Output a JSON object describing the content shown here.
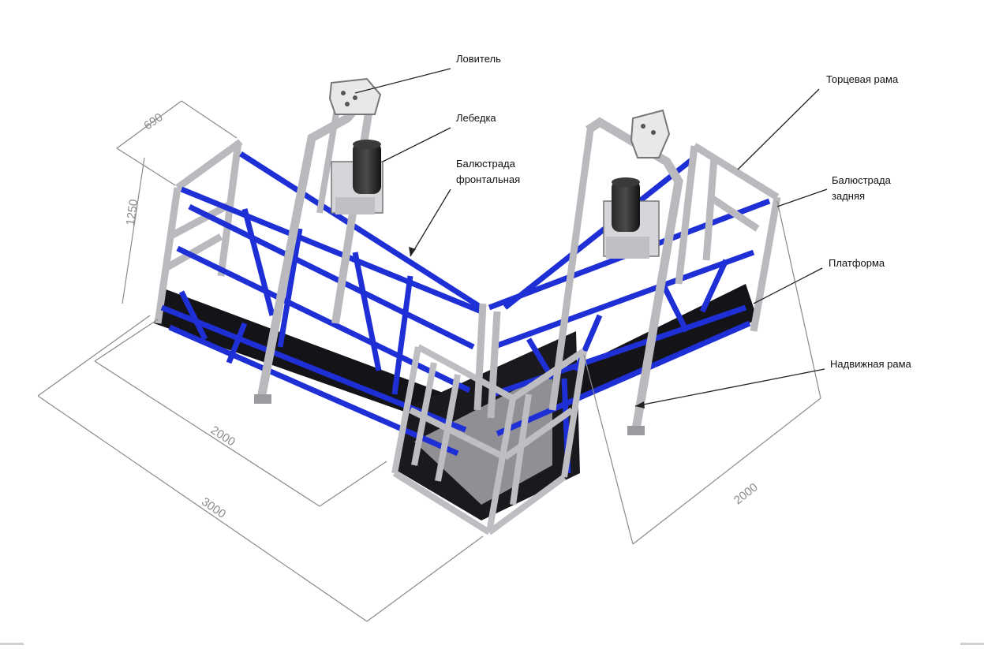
{
  "labels": {
    "catcher": "Ловитель",
    "winch": "Лебедка",
    "front_rail_line1": "Балюстрада",
    "front_rail_line2": "фронтальная",
    "end_frame": "Торцевая рама",
    "rear_rail_line1": "Балюстрада",
    "rear_rail_line2": "задняя",
    "platform": "Платформа",
    "sliding_frame": "Надвижная рама"
  },
  "dimensions": {
    "width_end": "690",
    "height": "1250",
    "length_inner": "2000",
    "length_total": "3000",
    "length_right": "2000"
  },
  "colors": {
    "rail_blue": "#1f2fd6",
    "frame_gray": "#c8c8cc",
    "deck_black": "#141418",
    "dimension_gray": "#8a8a8a"
  }
}
